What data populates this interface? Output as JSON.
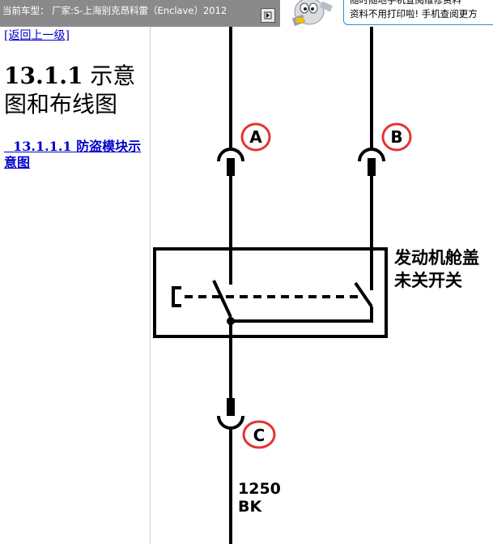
{
  "topbar": {
    "current_car": "当前车型： 厂家:S-上海别克昂科雷（Enclave）2012",
    "toggle_icon": "arrow-right-icon"
  },
  "ad": {
    "line1": "随时随地手机查阅维修资料",
    "line2": "资料不用打印啦! 手机查阅更方"
  },
  "sidebar": {
    "back_link": "[返回上一级]",
    "section_number": "13.1.1",
    "section_title": "示意图和布线图",
    "sub_link_number": "13.1.1.1",
    "sub_link_text": "防盗模块示意图"
  },
  "diagram": {
    "connector_a": "A",
    "connector_b": "B",
    "connector_c": "C",
    "switch_label_line1": "发动机舱盖",
    "switch_label_line2": "未关开关",
    "wire_gauge": "1250",
    "wire_color": "BK",
    "accent_color": "#e53333"
  }
}
